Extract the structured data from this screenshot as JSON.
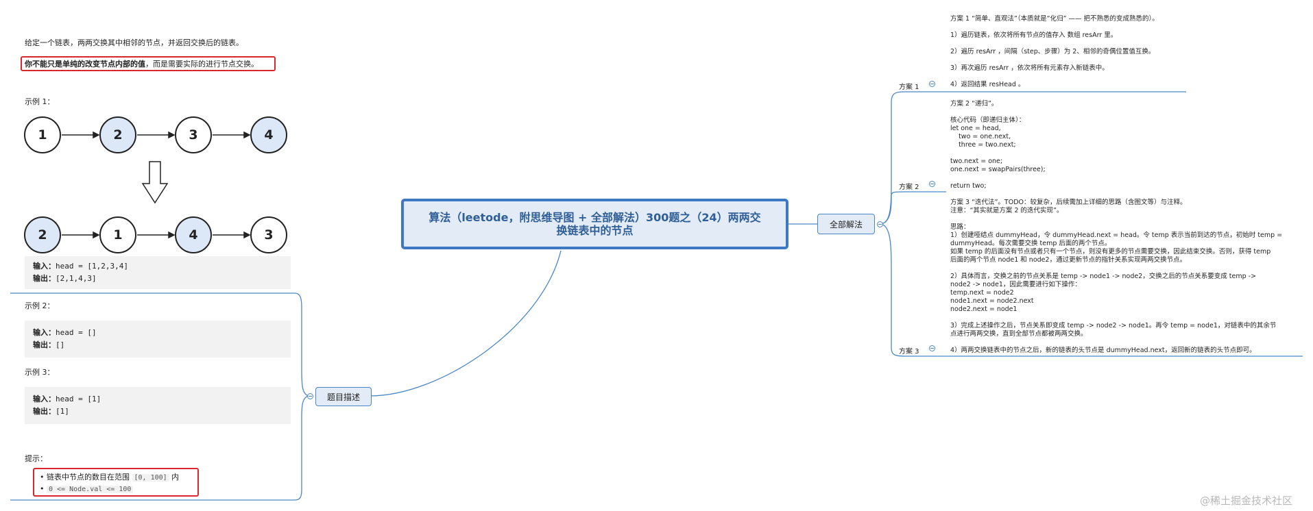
{
  "root": {
    "title": "算法（leetode，附思维导图 + 全部解法）300题之（24）两两交换链表中的节点"
  },
  "left_topic": {
    "label": "题目描述",
    "description": "给定一个链表，两两交换其中相邻的节点，并返回交换后的链表。",
    "warning_bold": "你不能只是单纯的改变节点内部的值",
    "warning_rest": "，而是需要实际的进行节点交换。",
    "example1_title": "示例 1：",
    "example1_before": [
      "1",
      "2",
      "3",
      "4"
    ],
    "example1_after": [
      "2",
      "1",
      "4",
      "3"
    ],
    "example1_input_label": "输入：",
    "example1_input": "head = [1,2,3,4]",
    "example1_output_label": "输出：",
    "example1_output": "[2,1,4,3]",
    "example2_title": "示例 2：",
    "example2_input_label": "输入：",
    "example2_input": "head = []",
    "example2_output_label": "输出：",
    "example2_output": "[]",
    "example3_title": "示例 3：",
    "example3_input_label": "输入：",
    "example3_input": "head = [1]",
    "example3_output_label": "输出：",
    "example3_output": "[1]",
    "hint_title": "提示：",
    "hint1_a": "链表中节点的数目在范围",
    "hint1_code": "[0, 100]",
    "hint1_b": "内",
    "hint2_code": "0 <= Node.val <= 100"
  },
  "right_topic": {
    "label": "全部解法",
    "plans": [
      {
        "label": "方案 1",
        "lines": [
          "方案 1 “简单、直观法”（本质就是“化归” —— 把不熟悉的变成熟悉的）。",
          "",
          "1）遍历链表，依次将所有节点的值存入 数组 resArr 里。",
          "",
          "2）遍历 resArr ，间隔（step、步骤）为 2、相邻的奇偶位置值互换。",
          "",
          "3）再次遍历 resArr ，依次将所有元素存入新链表中。",
          "",
          "4）返回结果 resHead 。"
        ]
      },
      {
        "label": "方案 2",
        "lines": [
          "方案 2 “递归”。",
          "",
          "核心代码（即递归主体）：",
          "let one = head,",
          "    two = one.next,",
          "    three = two.next;",
          "",
          "two.next = one;",
          "one.next = swapPairs(three);",
          "",
          "return two;"
        ]
      },
      {
        "label": "方案 3",
        "lines": [
          "方案 3 “迭代法”。TODO：较复杂，后续需加上详细的思路（含图文等）与注释。",
          "注意：“其实就是方案 2 的迭代实现”。",
          "",
          "思路：",
          "1）创建哑结点 dummyHead，令 dummyHead.next = head。令 temp 表示当前到达的节点，初始时 temp =",
          "dummyHead。每次需要交换 temp 后面的两个节点。",
          "如果 temp 的后面没有节点或者只有一个节点，则没有更多的节点需要交换，因此结束交换。否则，获得 temp",
          "后面的两个节点 node1 和 node2，通过更新节点的指针关系实现两两交换节点。",
          "",
          "2）具体而言，交换之前的节点关系是 temp -> node1 -> node2，交换之后的节点关系要变成 temp ->",
          "node2 -> node1，因此需要进行如下操作：",
          "temp.next = node2",
          "node1.next = node2.next",
          "node2.next = node1",
          "",
          "3）完成上述操作之后，节点关系即变成 temp -> node2 -> node1。再令 temp = node1，对链表中的其余节",
          "点进行两两交换，直到全部节点都被两两交换。",
          "",
          "4）两两交换链表中的节点之后，新的链表的头节点是 dummyHead.next，返回新的链表的头节点即可。"
        ]
      }
    ]
  },
  "watermark": "@稀土掘金技术社区",
  "colors": {
    "branch": "#4a86c6",
    "root_border": "#3d78c2",
    "highlight": "#d9262c",
    "node_fill": "#dce8f8"
  }
}
